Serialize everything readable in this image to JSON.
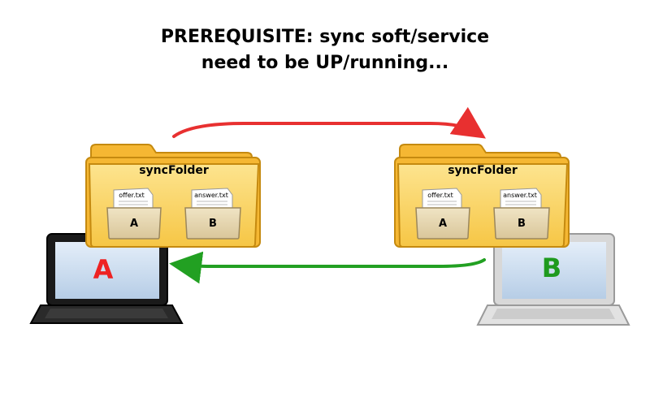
{
  "title": {
    "line1": "PREREQUISITE: sync soft/service",
    "line2": "need to be UP/running..."
  },
  "computers": {
    "left": {
      "label": "A",
      "label_color": "#ee2222",
      "body_color": "#1a1a1a"
    },
    "right": {
      "label": "B",
      "label_color": "#1e9a1e",
      "body_color": "#d8d8d8"
    }
  },
  "folders": {
    "left": {
      "label": "syncFolder",
      "subfolders": [
        {
          "label": "A",
          "file": "offer.txt"
        },
        {
          "label": "B",
          "file": "answer.txt"
        }
      ]
    },
    "right": {
      "label": "syncFolder",
      "subfolders": [
        {
          "label": "A",
          "file": "offer.txt"
        },
        {
          "label": "B",
          "file": "answer.txt"
        }
      ]
    }
  },
  "arrows": {
    "top": {
      "direction": "left-to-right",
      "color": "#e83030"
    },
    "bottom": {
      "direction": "right-to-left",
      "color": "#22a022"
    }
  },
  "colors": {
    "folder_back": "#f5b733",
    "folder_front": "#fbd96b",
    "folder_outline": "#c58a10",
    "subfolder": "#e7d7b0",
    "screen": "#cfe0f2"
  }
}
